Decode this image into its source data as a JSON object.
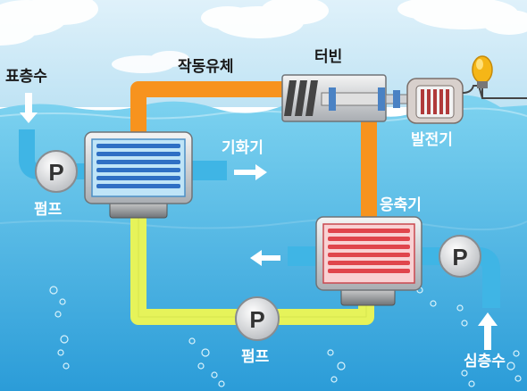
{
  "labels": {
    "surface_water": "표층수",
    "working_fluid": "작동유체",
    "turbine": "터빈",
    "generator": "발전기",
    "vaporization": "기화기",
    "condenser": "응축기",
    "pump_left": "펌프",
    "pump_bottom": "펌프",
    "deep_water": "심층수"
  },
  "pump_symbol": "P",
  "colors": {
    "sky": "#cfe9f6",
    "sea_top": "#7fd0ee",
    "sea_bottom": "#2e9ed9",
    "warm_pipe": "#f7931e",
    "cool_pipe": "#e6f35a",
    "water_pipe": "#3fb5e5",
    "evaporator_fins": "#2f6fc4",
    "condenser_fins": "#e0454c",
    "generator_lamp": "#f5b617"
  },
  "icons": [
    "arrow-down-icon",
    "arrow-up-icon",
    "arrow-right-icon",
    "arrow-left-icon",
    "lamp-icon",
    "cloud-icon",
    "bubble-icon"
  ]
}
